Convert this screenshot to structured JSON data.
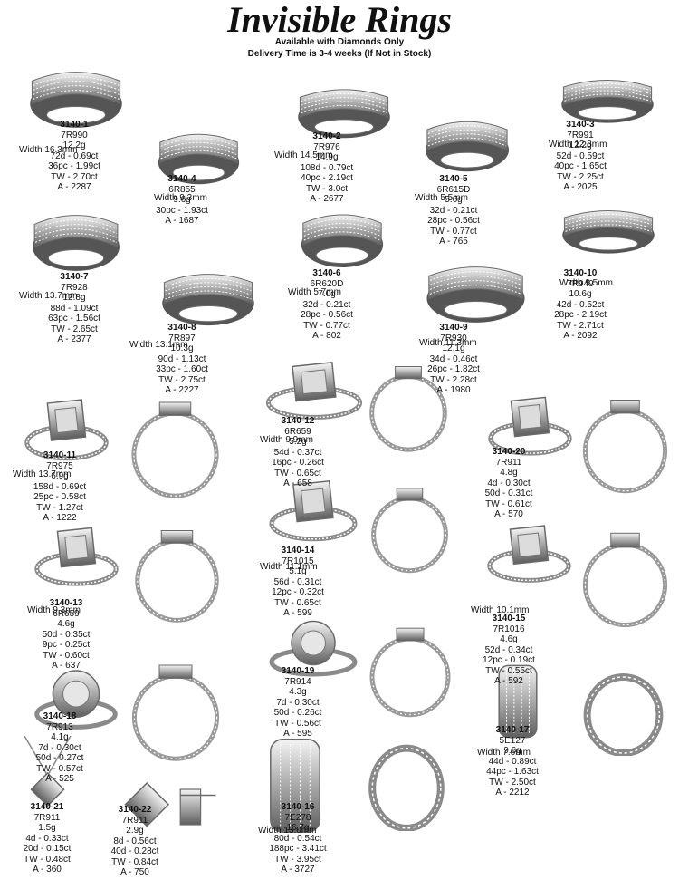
{
  "header": {
    "title": "Invisible Rings",
    "line1": "Available with Diamonds Only",
    "line2": "Delivery Time is 3-4 weeks (If Not in Stock)"
  },
  "colors": {
    "metal": "#cfcfcf",
    "metal_dark": "#6a6a6a",
    "ink": "#111111"
  },
  "products": [
    {
      "code": "3140-1",
      "model": "7R990",
      "weight": "12.2g",
      "specs": [
        "72d - 0.69ct",
        "36pc - 1.99ct"
      ],
      "tw": "TW - 2.70ct",
      "a": "A - 2287",
      "width": "Width 16.3mm"
    },
    {
      "code": "3140-2",
      "model": "7R976",
      "weight": "14.9g",
      "specs": [
        "108d - 0.79ct",
        "40pc - 2.19ct"
      ],
      "tw": "TW - 3.0ct",
      "a": "A - 2677",
      "width": "Width 14.5mm"
    },
    {
      "code": "3140-3",
      "model": "7R991",
      "weight": "12.2g",
      "specs": [
        "52d - 0.59ct",
        "40pc - 1.65ct"
      ],
      "tw": "TW - 2.25ct",
      "a": "A - 2025",
      "width": "Width 12.3mm"
    },
    {
      "code": "3140-4",
      "model": "6R855",
      "weight": "9.6g",
      "specs": [
        "30pc - 1.93ct"
      ],
      "tw": "",
      "a": "A - 1687",
      "width": "Width 9.3mm"
    },
    {
      "code": "3140-5",
      "model": "6R615D",
      "weight": "5.6g",
      "specs": [
        "32d - 0.21ct",
        "28pc - 0.56ct"
      ],
      "tw": "TW - 0.77ct",
      "a": "A - 765",
      "width": "Width 5.5mm"
    },
    {
      "code": "3140-7",
      "model": "7R928",
      "weight": "12.8g",
      "specs": [
        "88d - 1.09ct",
        "63pc - 1.56ct"
      ],
      "tw": "TW - 2.65ct",
      "a": "A - 2377",
      "width": "Width 13.7mm"
    },
    {
      "code": "3140-6",
      "model": "6R620D",
      "weight": "7.0g",
      "specs": [
        "32d - 0.21ct",
        "28pc - 0.56ct"
      ],
      "tw": "TW - 0.77ct",
      "a": "A - 802",
      "width": "Width 5.7mm"
    },
    {
      "code": "3140-10",
      "model": "7R949",
      "weight": "10.6g",
      "specs": [
        "42d - 0.52ct",
        "28pc - 2.19ct"
      ],
      "tw": "TW - 2.71ct",
      "a": "A - 2092",
      "width": "Width 9.5mm"
    },
    {
      "code": "3140-8",
      "model": "7R897",
      "weight": "10.3g",
      "specs": [
        "90d - 1.13ct",
        "33pc - 1.60ct"
      ],
      "tw": "TW - 2.75ct",
      "a": "A - 2227",
      "width": "Width 13.1mm"
    },
    {
      "code": "3140-9",
      "model": "7R930",
      "weight": "12.1g",
      "specs": [
        "34d - 0.46ct",
        "26pc - 1.82ct"
      ],
      "tw": "TW - 2.28ct",
      "a": "A - 1980",
      "width": "Width 11.3mm"
    },
    {
      "code": "3140-12",
      "model": "6R659",
      "weight": "5.2g",
      "specs": [
        "54d - 0.37ct",
        "16pc - 0.26ct"
      ],
      "tw": "TW - 0.65ct",
      "a": "A - 658",
      "width": "Width 9.9mm"
    },
    {
      "code": "3140-20",
      "model": "7R911",
      "weight": "4.8g",
      "specs": [
        "4d - 0.30ct",
        "50d - 0.31ct"
      ],
      "tw": "TW - 0.61ct",
      "a": "A - 570",
      "width": ""
    },
    {
      "code": "3140-11",
      "model": "7R975",
      "weight": "6.9g",
      "specs": [
        "158d - 0.69ct",
        "25pc - 0.58ct"
      ],
      "tw": "TW - 1.27ct",
      "a": "A - 1222",
      "width": "Width 13.7mm"
    },
    {
      "code": "3140-14",
      "model": "7R1015",
      "weight": "5.1g",
      "specs": [
        "56d - 0.31ct",
        "12pc - 0.32ct"
      ],
      "tw": "TW - 0.65ct",
      "a": "A - 599",
      "width": "Width 11.1mm"
    },
    {
      "code": "3140-13",
      "model": "6R659",
      "weight": "4.6g",
      "specs": [
        "50d - 0.35ct",
        "9pc - 0.25ct"
      ],
      "tw": "TW - 0.60ct",
      "a": "A - 637",
      "width": "Width 9.3mm"
    },
    {
      "code": "3140-15",
      "model": "7R1016",
      "weight": "4.6g",
      "specs": [
        "52d - 0.34ct",
        "12pc - 0.19ct"
      ],
      "tw": "TW - 0.55ct",
      "a": "A - 592",
      "width": "Width 10.1mm"
    },
    {
      "code": "3140-19",
      "model": "7R914",
      "weight": "4.3g",
      "specs": [
        "7d - 0.30ct",
        "50d - 0.26ct"
      ],
      "tw": "TW - 0.56ct",
      "a": "A - 595",
      "width": ""
    },
    {
      "code": "3140-18",
      "model": "7R913",
      "weight": "4.1g",
      "specs": [
        "7d - 0.30ct",
        "50d - 0.27ct"
      ],
      "tw": "TW - 0.57ct",
      "a": "A - 525",
      "width": ""
    },
    {
      "code": "3140-17",
      "model": "5E127",
      "weight": "9.6g",
      "specs": [
        "44d - 0.89ct",
        "44pc - 1.63ct"
      ],
      "tw": "TW - 2.50ct",
      "a": "A - 2212",
      "width": "Width 7.6mm"
    },
    {
      "code": "3140-21",
      "model": "7R911",
      "weight": "1.5g",
      "specs": [
        "4d - 0.33ct",
        "20d - 0.15ct"
      ],
      "tw": "TW - 0.48ct",
      "a": "A - 360",
      "width": ""
    },
    {
      "code": "3140-22",
      "model": "7R911",
      "weight": "2.9g",
      "specs": [
        "8d - 0.56ct",
        "40d - 0.28ct"
      ],
      "tw": "TW - 0.84ct",
      "a": "A - 750",
      "width": ""
    },
    {
      "code": "3140-16",
      "model": "7E278",
      "weight": "16.7g",
      "specs": [
        "80d - 0.54ct",
        "188pc - 3.41ct"
      ],
      "tw": "TW - 3.95ct",
      "a": "A - 3727",
      "width": "Width 13.0mm"
    }
  ],
  "images": [
    {
      "kind": "band",
      "icon": "wide-band-ring-icon"
    },
    {
      "kind": "band",
      "icon": "wide-band-ring-icon"
    },
    {
      "kind": "band",
      "icon": "wide-band-ring-icon"
    },
    {
      "kind": "band",
      "icon": "solitaire-setting-ring-icon"
    },
    {
      "kind": "band",
      "icon": "solitaire-setting-ring-icon"
    },
    {
      "kind": "band",
      "icon": "wide-band-ring-icon"
    },
    {
      "kind": "band",
      "icon": "solitaire-setting-ring-icon"
    },
    {
      "kind": "band",
      "icon": "wide-band-ring-icon"
    },
    {
      "kind": "band",
      "icon": "wide-band-ring-icon"
    },
    {
      "kind": "band",
      "icon": "wide-band-ring-icon"
    },
    {
      "kind": "halo",
      "icon": "square-halo-ring-icon"
    },
    {
      "kind": "loop",
      "icon": "ring-side-view-icon"
    },
    {
      "kind": "halo",
      "icon": "square-halo-ring-icon"
    },
    {
      "kind": "loop",
      "icon": "ring-side-view-icon"
    },
    {
      "kind": "halo",
      "icon": "square-halo-ring-icon"
    },
    {
      "kind": "loop",
      "icon": "ring-side-view-icon"
    },
    {
      "kind": "halo",
      "icon": "square-halo-ring-icon"
    },
    {
      "kind": "loop",
      "icon": "ring-side-view-icon"
    },
    {
      "kind": "halo",
      "icon": "square-halo-ring-icon"
    },
    {
      "kind": "loop",
      "icon": "ring-side-view-icon"
    },
    {
      "kind": "halo",
      "icon": "square-halo-ring-icon"
    },
    {
      "kind": "loop",
      "icon": "ring-side-view-icon"
    },
    {
      "kind": "round",
      "icon": "round-halo-ring-icon"
    },
    {
      "kind": "loop",
      "icon": "ring-side-view-icon"
    },
    {
      "kind": "round",
      "icon": "round-halo-ring-icon"
    },
    {
      "kind": "loop",
      "icon": "ring-side-view-icon"
    },
    {
      "kind": "huggie",
      "icon": "huggie-earring-icon"
    },
    {
      "kind": "hoop",
      "icon": "hoop-earring-side-icon"
    },
    {
      "kind": "pendant",
      "icon": "diamond-pendant-necklace-icon"
    },
    {
      "kind": "stud",
      "icon": "stud-earrings-icon"
    },
    {
      "kind": "huggie",
      "icon": "huggie-earring-icon"
    },
    {
      "kind": "hoop",
      "icon": "hoop-earring-side-icon"
    }
  ]
}
